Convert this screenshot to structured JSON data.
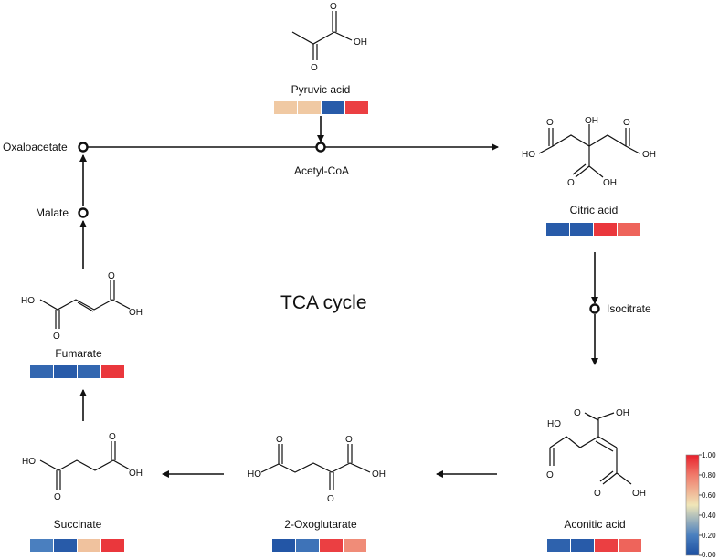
{
  "title": "TCA cycle",
  "colorbar": {
    "ticks": [
      "1.00",
      "0.80",
      "0.60",
      "0.40",
      "0.20",
      "0.00"
    ]
  },
  "metabolites": {
    "pyruvic_acid": {
      "label": "Pyruvic acid",
      "values": [
        0.58,
        0.58,
        0.05,
        0.93
      ]
    },
    "acetyl_coa": {
      "label": "Acetyl-CoA"
    },
    "citric_acid": {
      "label": "Citric acid",
      "values": [
        0.05,
        0.05,
        0.95,
        0.85
      ]
    },
    "isocitrate": {
      "label": "Isocitrate"
    },
    "aconitic_acid": {
      "label": "Aconitic acid",
      "values": [
        0.08,
        0.05,
        0.93,
        0.85
      ]
    },
    "oxoglutarate": {
      "label": "2-Oxoglutarate",
      "values": [
        0.03,
        0.15,
        0.93,
        0.75
      ]
    },
    "succinate": {
      "label": "Succinate",
      "values": [
        0.2,
        0.05,
        0.6,
        0.95
      ]
    },
    "fumarate": {
      "label": "Fumarate",
      "values": [
        0.1,
        0.05,
        0.1,
        0.95
      ]
    },
    "malate": {
      "label": "Malate"
    },
    "oxaloacetate": {
      "label": "Oxaloacetate"
    }
  },
  "structure_atoms": {
    "O": "O",
    "OH": "OH",
    "HO": "HO"
  }
}
